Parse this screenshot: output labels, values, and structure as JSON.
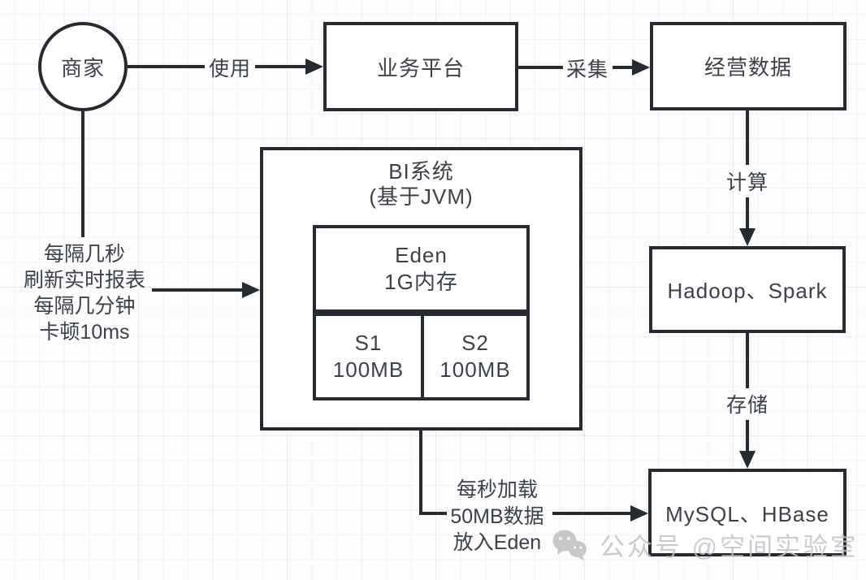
{
  "diagram": {
    "nodes": {
      "merchant": {
        "label": "商家"
      },
      "business_platform": {
        "label": "业务平台"
      },
      "operating_data": {
        "label": "经营数据"
      },
      "hadoop_spark": {
        "label": "Hadoop、Spark"
      },
      "mysql_hbase": {
        "label": "MySQL、HBase"
      },
      "bi_system": {
        "title": "BI系统",
        "subtitle": "(基于JVM)"
      },
      "eden": {
        "name": "Eden",
        "size": "1G内存"
      },
      "s1": {
        "name": "S1",
        "size": "100MB"
      },
      "s2": {
        "name": "S2",
        "size": "100MB"
      }
    },
    "edges": {
      "use": "使用",
      "collect": "采集",
      "compute": "计算",
      "store": "存储"
    },
    "annotations": {
      "refresh": [
        "每隔几秒",
        "刷新实时报表",
        "每隔几分钟",
        "卡顿10ms"
      ],
      "load": [
        "每秒加载",
        "50MB数据",
        "放入Eden"
      ]
    },
    "colors": {
      "stroke": "#262b32",
      "text": "#3c4248",
      "grid_minor": "#f3f4f7",
      "grid_major": "#e9ebef",
      "watermark": "#c2c2c6"
    }
  },
  "watermark": {
    "icon": "wechat-icon",
    "text": "公众号 @空间实验室"
  }
}
